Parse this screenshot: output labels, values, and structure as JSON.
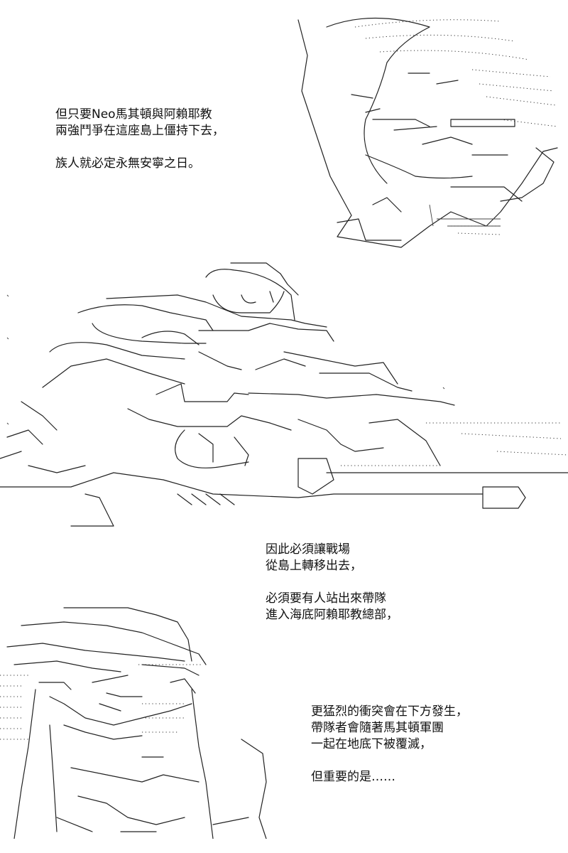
{
  "captions": {
    "top": {
      "line1": "但只要Neo馬其頓與阿賴耶教",
      "line2": "兩強鬥爭在這座島上僵持下去，",
      "line3": "族人就必定永無安寧之日。"
    },
    "middle": {
      "line1": "因此必須讓戰場",
      "line2": "從島上轉移出去，",
      "line3": "必須要有人站出來帶隊",
      "line4": "進入海底阿賴耶教總部，"
    },
    "bottom": {
      "line1": "更猛烈的衝突會在下方發生，",
      "line2": "帶隊者會隨著馬其頓軍團",
      "line3": "一起在地底下被覆滅，",
      "line4": "但重要的是……"
    }
  }
}
